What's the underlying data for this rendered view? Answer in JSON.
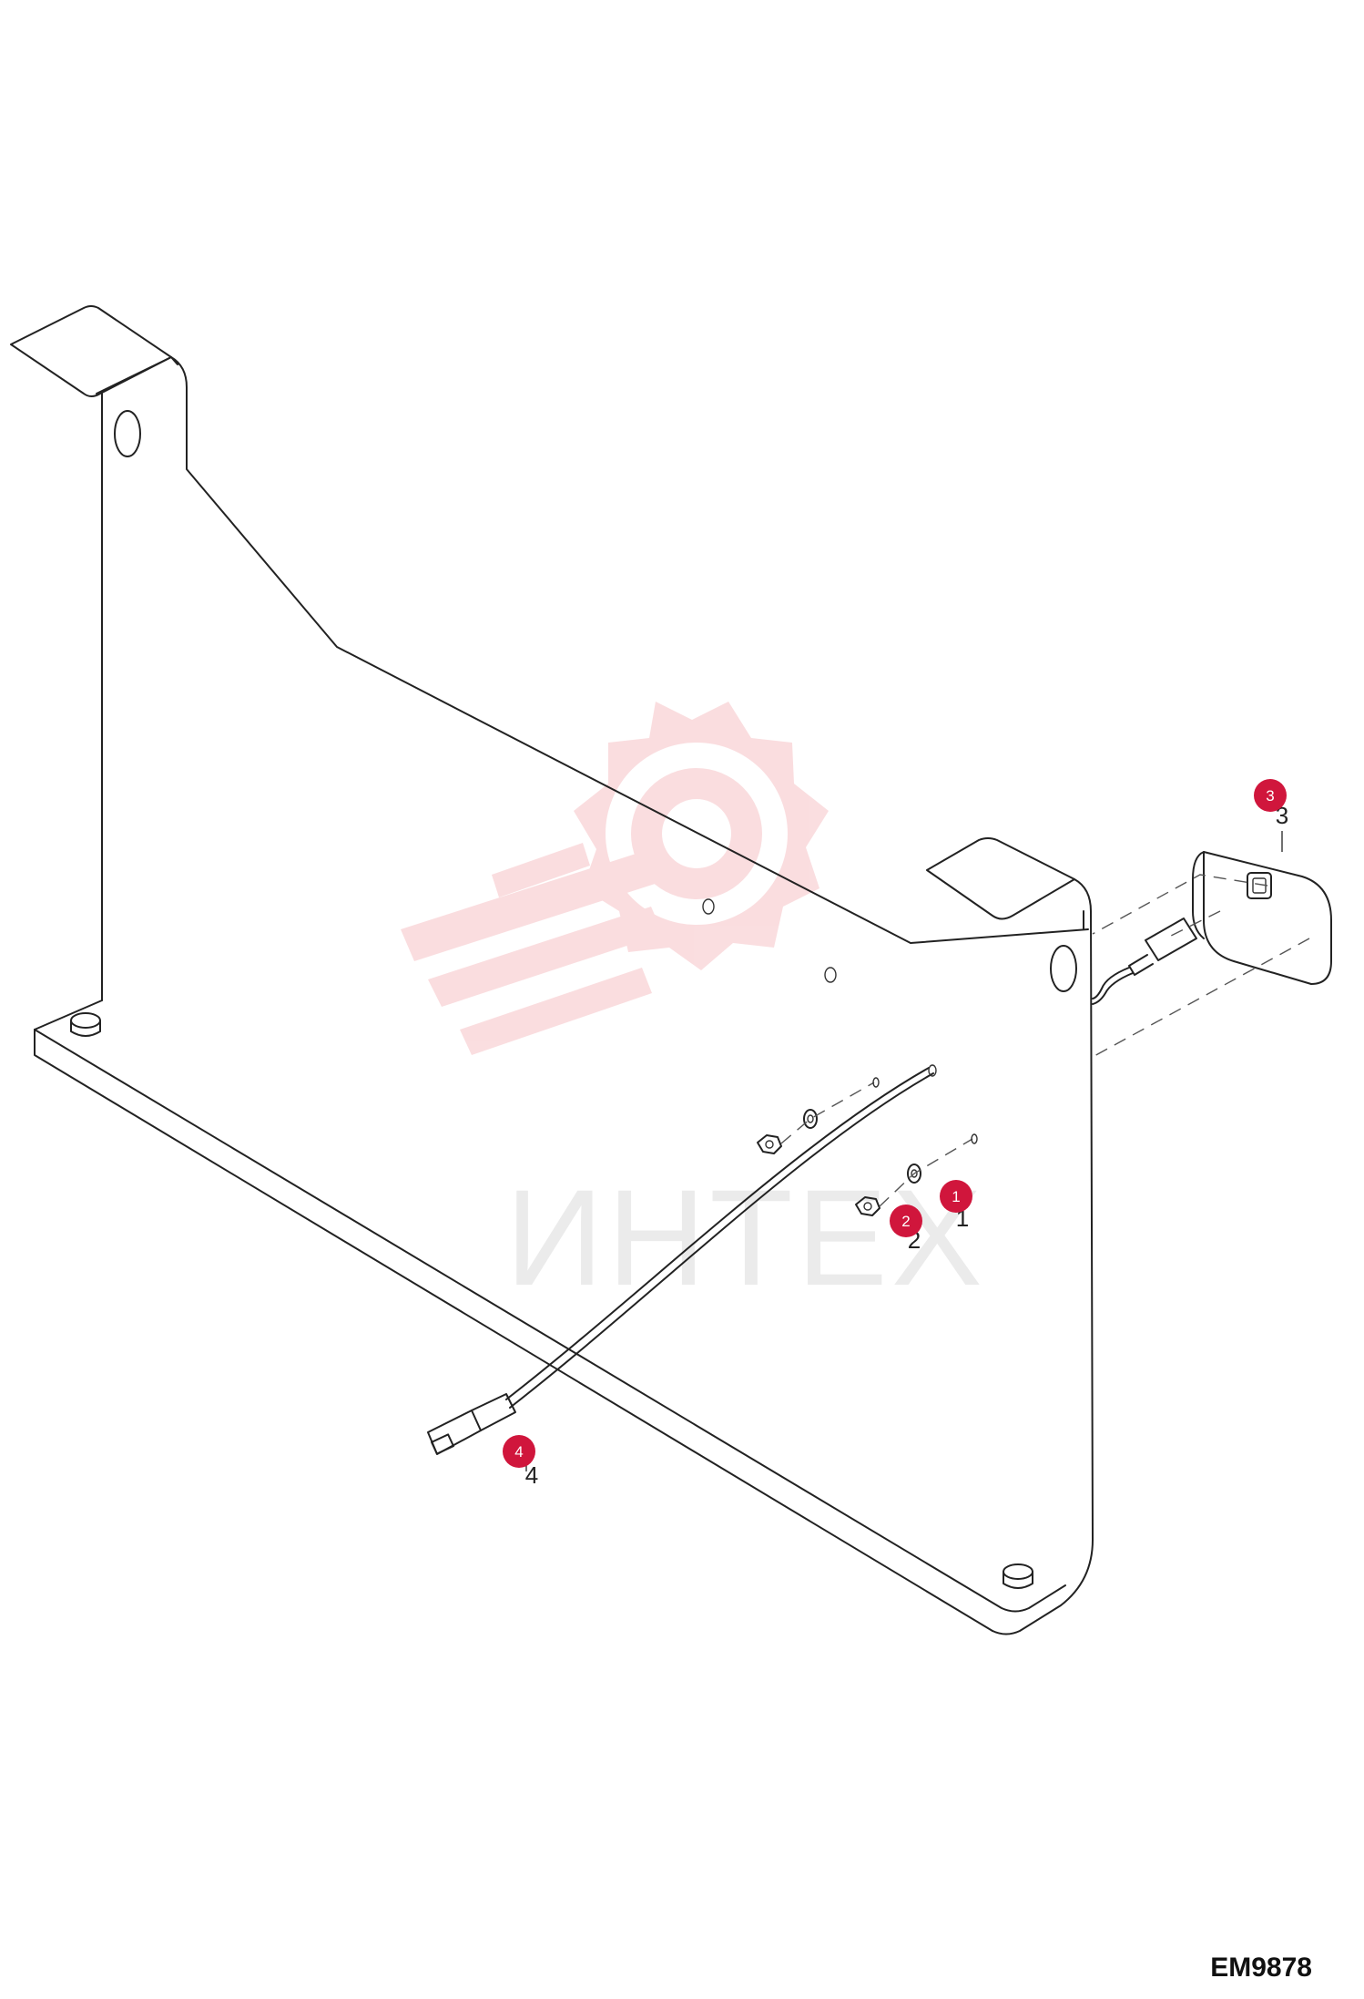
{
  "watermark": {
    "text": "ИНТЕХ",
    "color": "#f6c3c6"
  },
  "callouts": [
    {
      "id": "1",
      "color": "#d0163c"
    },
    {
      "id": "2",
      "color": "#d0163c"
    },
    {
      "id": "3",
      "color": "#d0163c"
    },
    {
      "id": "4",
      "color": "#d0163c"
    }
  ],
  "part_numbers": [
    "1",
    "2",
    "3",
    "4"
  ],
  "figure_code": "EM9878",
  "icons": [
    "gear-wrench-watermark-icon"
  ]
}
